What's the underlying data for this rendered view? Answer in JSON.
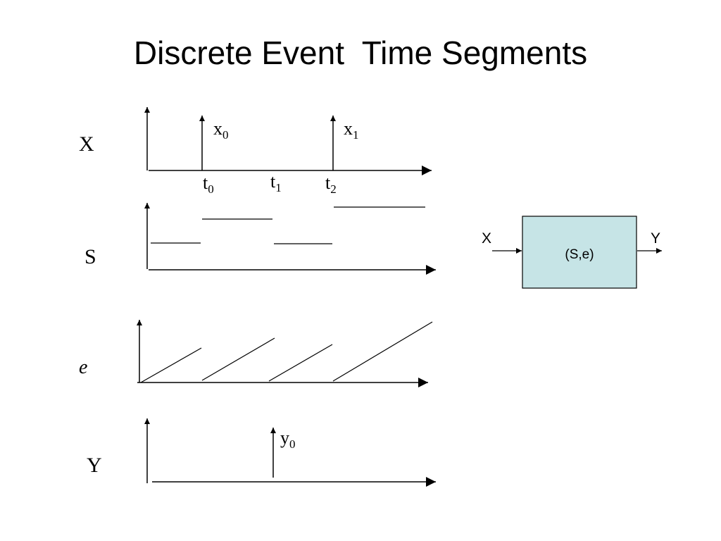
{
  "title": "Discrete Event  Time Segments",
  "rows": {
    "x": {
      "label": "X",
      "events": [
        {
          "base": "x",
          "sub": "0"
        },
        {
          "base": "x",
          "sub": "1"
        }
      ]
    },
    "s": {
      "label": "S"
    },
    "e": {
      "label": "e"
    },
    "y": {
      "label": "Y",
      "events": [
        {
          "base": "y",
          "sub": "0"
        }
      ]
    }
  },
  "time_ticks": [
    {
      "base": "t",
      "sub": "0"
    },
    {
      "base": "t",
      "sub": "1"
    },
    {
      "base": "t",
      "sub": "2"
    }
  ],
  "block": {
    "input_label": "X",
    "output_label": "Y",
    "inner_label": "(S,e)",
    "fill_color": "#c6e4e6"
  }
}
